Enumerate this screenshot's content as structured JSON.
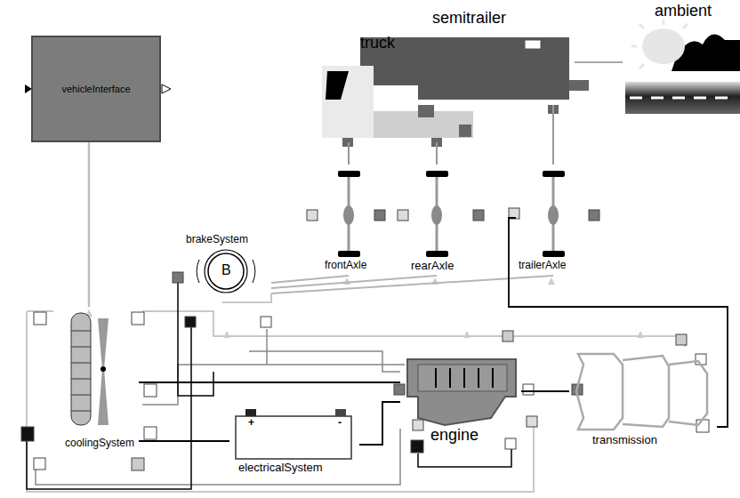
{
  "diagram": {
    "nodes": [
      {
        "text": [
          "vehicleInterface"
        ]
      },
      {
        "text": [
          "truck"
        ]
      },
      {
        "text": [
          "semitrailer"
        ]
      },
      {
        "text": [
          "ambient"
        ]
      },
      {
        "text": [
          "brakeSystem",
          "B"
        ]
      },
      {
        "text": [
          "frontAxle"
        ]
      },
      {
        "text": [
          "rearAxle"
        ]
      },
      {
        "text": [
          "trailerAxle"
        ]
      },
      {
        "text": [
          "coolingSystem"
        ]
      },
      {
        "text": [
          "electricalSystem",
          "+",
          "-"
        ]
      },
      {
        "text": [
          "engine"
        ]
      },
      {
        "text": [
          "transmission"
        ]
      }
    ],
    "edges": [
      {
        "from": 0,
        "to": 8,
        "arrow": "none"
      },
      {
        "from": 3,
        "to": 2,
        "arrow": "none"
      },
      {
        "from": 5,
        "to": 1,
        "arrow": "none"
      },
      {
        "from": 6,
        "to": 1,
        "arrow": "none"
      },
      {
        "from": 7,
        "to": 2,
        "arrow": "none"
      },
      {
        "from": 4,
        "to": 5,
        "arrow": "none"
      },
      {
        "from": 4,
        "to": 6,
        "arrow": "none"
      },
      {
        "from": 4,
        "to": 7,
        "arrow": "none"
      },
      {
        "from": 10,
        "to": 11,
        "arrow": "none"
      },
      {
        "from": 9,
        "to": 10,
        "arrow": "none"
      },
      {
        "from": 11,
        "to": 7,
        "arrow": "none"
      },
      {
        "from": 8,
        "to": 10,
        "arrow": "none"
      },
      {
        "from": 8,
        "to": 9,
        "arrow": "none"
      }
    ]
  }
}
